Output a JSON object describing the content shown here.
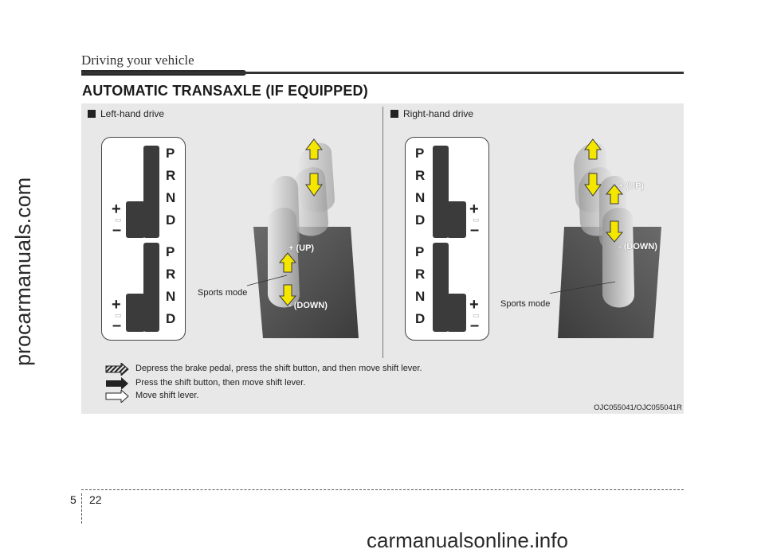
{
  "header": {
    "title": "Driving your vehicle"
  },
  "section": {
    "title": "AUTOMATIC TRANSAXLE (IF EQUIPPED)"
  },
  "left": {
    "heading": "Left-hand drive",
    "gate_top": [
      "P",
      "R",
      "N",
      "D"
    ],
    "gate_bottom": [
      "P",
      "R",
      "N",
      "D"
    ],
    "plus": "+",
    "minus": "–",
    "lever_up": "+ (UP)",
    "lever_down": "- (DOWN)",
    "sports_mode": "Sports mode"
  },
  "right": {
    "heading": "Right-hand drive",
    "gate_top": [
      "P",
      "R",
      "N",
      "D"
    ],
    "gate_bottom": [
      "P",
      "R",
      "N",
      "D"
    ],
    "plus": "+",
    "minus": "–",
    "lever_up": "+ (UP)",
    "lever_down": "- (DOWN)",
    "sports_mode": "Sports mode"
  },
  "legend": [
    {
      "icon": "hatched-arrow-icon",
      "text": "Depress the brake pedal, press the shift button, and then move shift lever."
    },
    {
      "icon": "solid-arrow-icon",
      "text": "Press the shift button, then move shift lever."
    },
    {
      "icon": "outline-arrow-icon",
      "text": "Move shift lever."
    }
  ],
  "figure_code": "OJC055041/OJC055041R",
  "footer": {
    "chapter": "5",
    "page": "22"
  },
  "watermarks": {
    "side": "procarmanuals.com",
    "bottom": "carmanualsonline.info"
  },
  "colors": {
    "arrow_fill": "#f5e600",
    "arrow_stroke": "#3a3a3a",
    "panel": "#e8e8e8"
  }
}
